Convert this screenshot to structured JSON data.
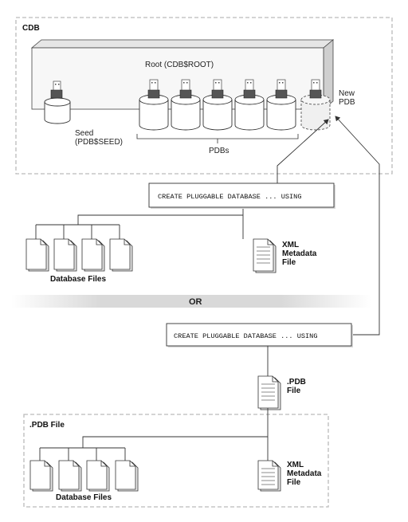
{
  "cdb": {
    "label": "CDB",
    "root_label": "Root (CDB$ROOT)"
  },
  "seed": {
    "line1": "Seed",
    "line2": "(PDB$SEED)"
  },
  "pdbs_label": "PDBs",
  "new_pdb": {
    "line1": "New",
    "line2": "PDB"
  },
  "command_top": "CREATE PLUGGABLE DATABASE ... USING",
  "command_bottom": "CREATE PLUGGABLE DATABASE ... USING",
  "database_files_label": "Database Files",
  "xml_metadata": {
    "line1": "XML",
    "line2": "Metadata",
    "line3": "File"
  },
  "or_label": "OR",
  "pdb_file": {
    "line1": ".PDB",
    "line2": "File"
  },
  "pdb_file_section": {
    "label": ".PDB File"
  }
}
